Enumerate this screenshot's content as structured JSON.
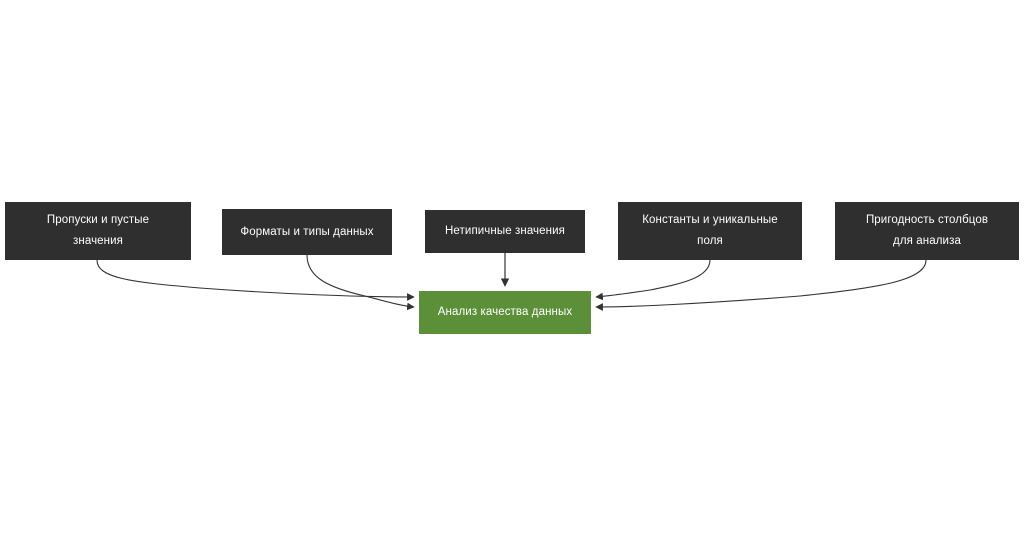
{
  "diagram": {
    "type": "flowchart",
    "direction": "bottom-convergent",
    "background_color": "#ffffff",
    "source_node_color": "#2f2f2f",
    "target_node_color": "#5b9039",
    "edge_color": "#333333",
    "label_color": "#ffffff",
    "nodes": {
      "source_1": {
        "label": "Пропуски и пустые\nзначения"
      },
      "source_2": {
        "label": "Форматы и типы данных"
      },
      "source_3": {
        "label": "Нетипичные значения"
      },
      "source_4": {
        "label": "Константы и уникальные\nполя"
      },
      "source_5": {
        "label": "Пригодность столбцов\nдля анализа"
      },
      "target": {
        "label": "Анализ качества данных"
      }
    },
    "edges": [
      {
        "from": "source_1",
        "to": "target",
        "style": "curved",
        "arrow": "target-left"
      },
      {
        "from": "source_2",
        "to": "target",
        "style": "curved",
        "arrow": "target-left"
      },
      {
        "from": "source_3",
        "to": "target",
        "style": "straight",
        "arrow": "target-top"
      },
      {
        "from": "source_4",
        "to": "target",
        "style": "curved",
        "arrow": "target-right"
      },
      {
        "from": "source_5",
        "to": "target",
        "style": "curved",
        "arrow": "target-right"
      }
    ]
  }
}
